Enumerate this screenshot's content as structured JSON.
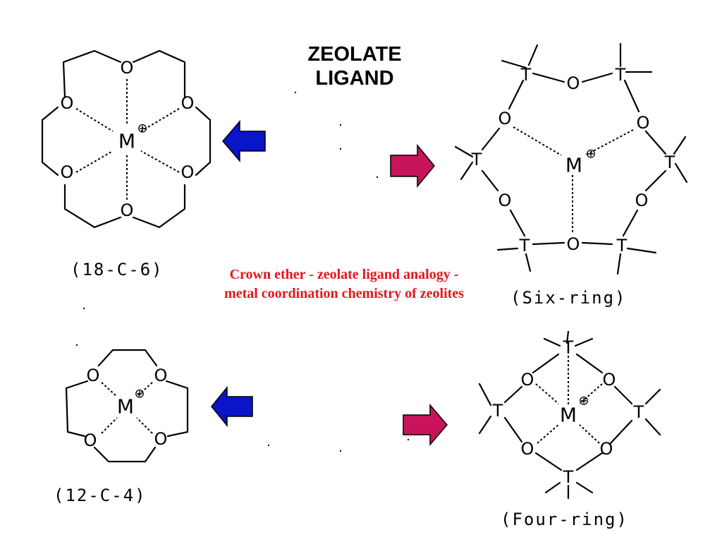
{
  "title": {
    "line1": "ZEOLATE",
    "line2": "LIGAND"
  },
  "caption": "Crown ether - zeolate ligand analogy - metal coordination chemistry of zeolites",
  "labels": {
    "crown6": "(18-C-6)",
    "six_ring": "(Six-ring)",
    "crown4": "(12-C-4)",
    "four_ring": "(Four-ring)"
  },
  "atoms": {
    "oxygen": "O",
    "metal": "M",
    "tetrahedral": "T",
    "charge": "⊕"
  },
  "colors": {
    "caption": "#e8141c",
    "left_arrow": "#0a14c8",
    "right_arrow": "#c8145a"
  },
  "icons": {
    "left_arrow": "arrow-left-icon",
    "right_arrow": "arrow-right-icon"
  }
}
